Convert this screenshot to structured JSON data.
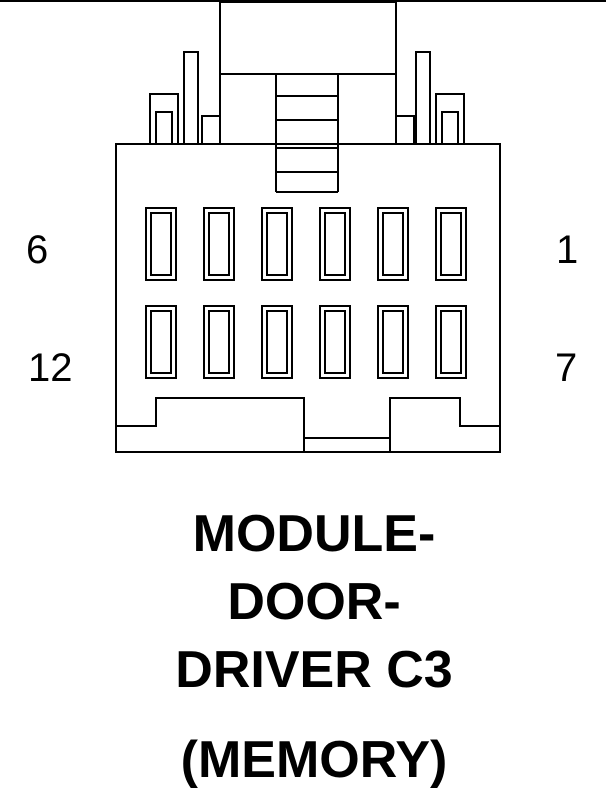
{
  "diagram": {
    "title_lines": [
      "MODULE-",
      "DOOR-",
      "DRIVER C3"
    ],
    "subtitle": "(MEMORY)",
    "pin_labels": {
      "top_left": "6",
      "top_right": "1",
      "bottom_left": "12",
      "bottom_right": "7"
    },
    "pin_rows": [
      {
        "row": "top",
        "count": 6,
        "first_pin": 6,
        "last_pin": 1
      },
      {
        "row": "bottom",
        "count": 6,
        "first_pin": 12,
        "last_pin": 7
      }
    ],
    "line_color": "#000000",
    "background": "#ffffff"
  }
}
